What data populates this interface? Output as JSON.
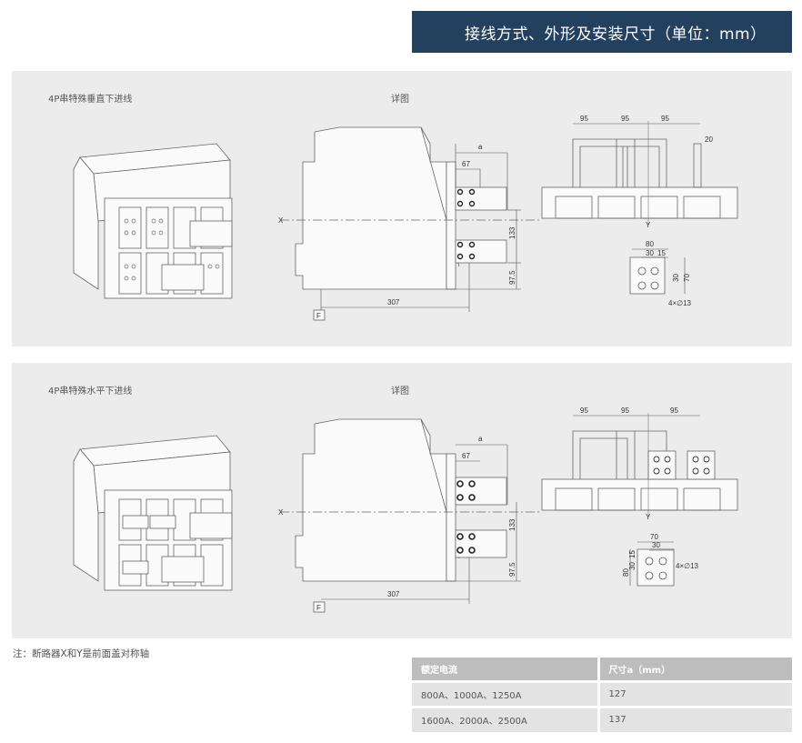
{
  "header": {
    "title": "接线方式、外形及安装尺寸（单位：mm）"
  },
  "panels": [
    {
      "title": "4P串特殊垂直下进线",
      "detail_label": "详图",
      "side_view": {
        "axis_x": "X",
        "datum": "F",
        "dim_a": "a",
        "dim_67": "67",
        "dim_133": "133",
        "dim_97_5": "97.5",
        "dim_307": "307"
      },
      "top_view": {
        "pitch": [
          "95",
          "95",
          "95"
        ],
        "dim_20": "20",
        "axis_y": "Y"
      },
      "terminal": {
        "w80": "80",
        "d30": "30",
        "d15": "15",
        "h30": "30",
        "h70": "70",
        "holes": "4×∅13"
      }
    },
    {
      "title": "4P串特殊水平下进线",
      "detail_label": "详图",
      "side_view": {
        "axis_x": "X",
        "datum": "F",
        "dim_a": "a",
        "dim_67": "67",
        "dim_133": "133",
        "dim_97_5": "97.5",
        "dim_307": "307"
      },
      "top_view": {
        "pitch": [
          "95",
          "95",
          "95"
        ],
        "axis_y": "Y"
      },
      "terminal": {
        "w70": "70",
        "d30": "30",
        "d15": "15",
        "h30": "30",
        "h80": "80",
        "holes": "4×∅13"
      }
    }
  ],
  "note": "注：断路器X和Y是前面盖对称轴",
  "spec_table": {
    "headers": [
      "额定电流",
      "尺寸a（mm）"
    ],
    "rows": [
      [
        "800A、1000A、1250A",
        "127"
      ],
      [
        "1600A、2000A、2500A",
        "137"
      ]
    ]
  }
}
